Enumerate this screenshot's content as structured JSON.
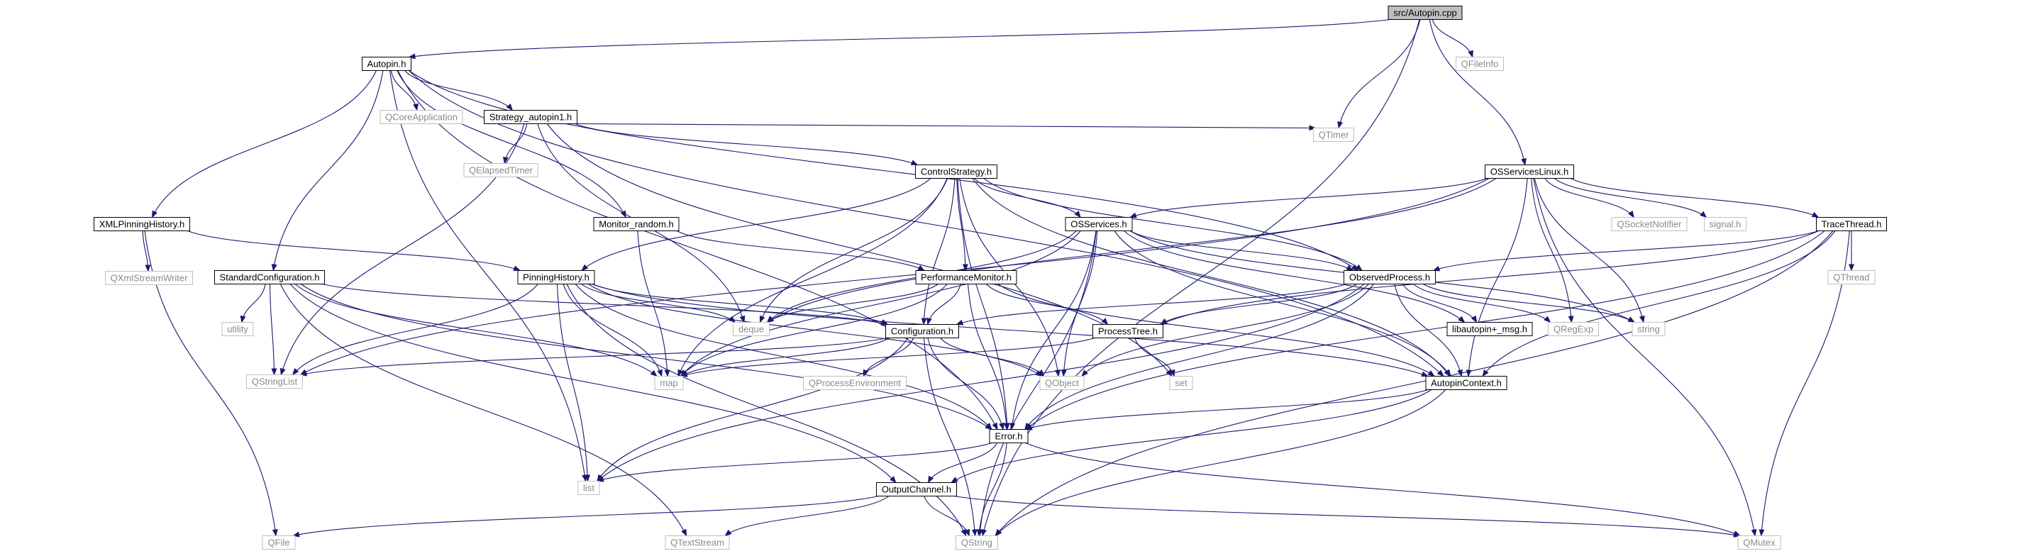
{
  "diagram": {
    "nodes": [
      {
        "id": "autopin_cpp",
        "label": "src/Autopin.cpp",
        "style": "root"
      },
      {
        "id": "autopin_h",
        "label": "Autopin.h",
        "style": "local"
      },
      {
        "id": "qfileinfo",
        "label": "QFileInfo",
        "style": "external"
      },
      {
        "id": "osserviceslinux_h",
        "label": "OSServicesLinux.h",
        "style": "local"
      },
      {
        "id": "qtimer",
        "label": "QTimer",
        "style": "external"
      },
      {
        "id": "qcoreapplication",
        "label": "QCoreApplication",
        "style": "external"
      },
      {
        "id": "strategy_autopin1_h",
        "label": "Strategy_autopin1.h",
        "style": "local"
      },
      {
        "id": "qelapsedtimer",
        "label": "QElapsedTimer",
        "style": "external"
      },
      {
        "id": "controlstrategy_h",
        "label": "ControlStrategy.h",
        "style": "local"
      },
      {
        "id": "xmlpinninghistory_h",
        "label": "XMLPinningHistory.h",
        "style": "local"
      },
      {
        "id": "qxmlstreamwriter",
        "label": "QXmlStreamWriter",
        "style": "external"
      },
      {
        "id": "monitor_random_h",
        "label": "Monitor_random.h",
        "style": "local"
      },
      {
        "id": "standardconfiguration_h",
        "label": "StandardConfiguration.h",
        "style": "local"
      },
      {
        "id": "utility",
        "label": "utility",
        "style": "external"
      },
      {
        "id": "pinninghistory_h",
        "label": "PinningHistory.h",
        "style": "local"
      },
      {
        "id": "performancemonitor_h",
        "label": "PerformanceMonitor.h",
        "style": "local"
      },
      {
        "id": "osservices_h",
        "label": "OSServices.h",
        "style": "local"
      },
      {
        "id": "qsocketnotifier",
        "label": "QSocketNotifier",
        "style": "external"
      },
      {
        "id": "signal_h",
        "label": "signal.h",
        "style": "external"
      },
      {
        "id": "tracethread_h",
        "label": "TraceThread.h",
        "style": "local"
      },
      {
        "id": "qthread",
        "label": "QThread",
        "style": "external"
      },
      {
        "id": "observedprocess_h",
        "label": "ObservedProcess.h",
        "style": "local"
      },
      {
        "id": "deque",
        "label": "deque",
        "style": "external"
      },
      {
        "id": "configuration_h",
        "label": "Configuration.h",
        "style": "local"
      },
      {
        "id": "processtree_h",
        "label": "ProcessTree.h",
        "style": "local"
      },
      {
        "id": "libautopin_msg_h",
        "label": "libautopin+_msg.h",
        "style": "local"
      },
      {
        "id": "qregexp",
        "label": "QRegExp",
        "style": "external"
      },
      {
        "id": "string",
        "label": "string",
        "style": "external"
      },
      {
        "id": "qstringlist",
        "label": "QStringList",
        "style": "external"
      },
      {
        "id": "map",
        "label": "map",
        "style": "external"
      },
      {
        "id": "qprocessenvironment",
        "label": "QProcessEnvironment",
        "style": "external"
      },
      {
        "id": "qobject",
        "label": "QObject",
        "style": "external"
      },
      {
        "id": "set",
        "label": "set",
        "style": "external"
      },
      {
        "id": "autopincontext_h",
        "label": "AutopinContext.h",
        "style": "local"
      },
      {
        "id": "error_h",
        "label": "Error.h",
        "style": "local"
      },
      {
        "id": "list",
        "label": "list",
        "style": "external"
      },
      {
        "id": "outputchannel_h",
        "label": "OutputChannel.h",
        "style": "local"
      },
      {
        "id": "qfile",
        "label": "QFile",
        "style": "external"
      },
      {
        "id": "qtextstream",
        "label": "QTextStream",
        "style": "external"
      },
      {
        "id": "qstring",
        "label": "QString",
        "style": "external"
      },
      {
        "id": "qmutex",
        "label": "QMutex",
        "style": "external"
      }
    ],
    "edges": [
      [
        "autopin_cpp",
        "autopin_h"
      ],
      [
        "autopin_cpp",
        "qfileinfo"
      ],
      [
        "autopin_cpp",
        "osserviceslinux_h"
      ],
      [
        "autopin_cpp",
        "qtimer"
      ],
      [
        "autopin_cpp",
        "qstring"
      ],
      [
        "autopin_h",
        "qcoreapplication"
      ],
      [
        "autopin_h",
        "strategy_autopin1_h"
      ],
      [
        "autopin_h",
        "xmlpinninghistory_h"
      ],
      [
        "autopin_h",
        "monitor_random_h"
      ],
      [
        "autopin_h",
        "standardconfiguration_h"
      ],
      [
        "autopin_h",
        "observedprocess_h"
      ],
      [
        "autopin_h",
        "autopincontext_h"
      ],
      [
        "autopin_h",
        "error_h"
      ],
      [
        "autopin_h",
        "list"
      ],
      [
        "strategy_autopin1_h",
        "qelapsedtimer"
      ],
      [
        "strategy_autopin1_h",
        "qtimer"
      ],
      [
        "strategy_autopin1_h",
        "controlstrategy_h"
      ],
      [
        "strategy_autopin1_h",
        "qstringlist"
      ],
      [
        "strategy_autopin1_h",
        "deque"
      ],
      [
        "strategy_autopin1_h",
        "set"
      ],
      [
        "controlstrategy_h",
        "osservices_h"
      ],
      [
        "controlstrategy_h",
        "pinninghistory_h"
      ],
      [
        "controlstrategy_h",
        "performancemonitor_h"
      ],
      [
        "controlstrategy_h",
        "observedprocess_h"
      ],
      [
        "controlstrategy_h",
        "configuration_h"
      ],
      [
        "controlstrategy_h",
        "deque"
      ],
      [
        "controlstrategy_h",
        "map"
      ],
      [
        "controlstrategy_h",
        "qobject"
      ],
      [
        "controlstrategy_h",
        "error_h"
      ],
      [
        "controlstrategy_h",
        "autopincontext_h"
      ],
      [
        "xmlpinninghistory_h",
        "qxmlstreamwriter"
      ],
      [
        "xmlpinninghistory_h",
        "pinninghistory_h"
      ],
      [
        "xmlpinninghistory_h",
        "qfile"
      ],
      [
        "monitor_random_h",
        "performancemonitor_h"
      ],
      [
        "monitor_random_h",
        "map"
      ],
      [
        "standardconfiguration_h",
        "utility"
      ],
      [
        "standardconfiguration_h",
        "qstringlist"
      ],
      [
        "standardconfiguration_h",
        "map"
      ],
      [
        "standardconfiguration_h",
        "configuration_h"
      ],
      [
        "standardconfiguration_h",
        "error_h"
      ],
      [
        "standardconfiguration_h",
        "outputchannel_h"
      ],
      [
        "standardconfiguration_h",
        "qtextstream"
      ],
      [
        "pinninghistory_h",
        "deque"
      ],
      [
        "pinninghistory_h",
        "configuration_h"
      ],
      [
        "pinninghistory_h",
        "map"
      ],
      [
        "pinninghistory_h",
        "qstringlist"
      ],
      [
        "pinninghistory_h",
        "list"
      ],
      [
        "pinninghistory_h",
        "error_h"
      ],
      [
        "pinninghistory_h",
        "autopincontext_h"
      ],
      [
        "pinninghistory_h",
        "qobject"
      ],
      [
        "pinninghistory_h",
        "qstring"
      ],
      [
        "performancemonitor_h",
        "configuration_h"
      ],
      [
        "performancemonitor_h",
        "processtree_h"
      ],
      [
        "performancemonitor_h",
        "deque"
      ],
      [
        "performancemonitor_h",
        "map"
      ],
      [
        "performancemonitor_h",
        "autopincontext_h"
      ],
      [
        "performancemonitor_h",
        "error_h"
      ],
      [
        "osserviceslinux_h",
        "osservices_h"
      ],
      [
        "osserviceslinux_h",
        "qsocketnotifier"
      ],
      [
        "osserviceslinux_h",
        "signal_h"
      ],
      [
        "osserviceslinux_h",
        "tracethread_h"
      ],
      [
        "osserviceslinux_h",
        "qregexp"
      ],
      [
        "osserviceslinux_h",
        "string"
      ],
      [
        "osserviceslinux_h",
        "autopincontext_h"
      ],
      [
        "osserviceslinux_h",
        "qmutex"
      ],
      [
        "osserviceslinux_h",
        "qstringlist"
      ],
      [
        "osserviceslinux_h",
        "deque"
      ],
      [
        "osservices_h",
        "observedprocess_h"
      ],
      [
        "osservices_h",
        "libautopin_msg_h"
      ],
      [
        "osservices_h",
        "deque"
      ],
      [
        "osservices_h",
        "map"
      ],
      [
        "osservices_h",
        "qobject"
      ],
      [
        "osservices_h",
        "string"
      ],
      [
        "osservices_h",
        "autopincontext_h"
      ],
      [
        "osservices_h",
        "error_h"
      ],
      [
        "osservices_h",
        "qstring"
      ],
      [
        "tracethread_h",
        "observedprocess_h"
      ],
      [
        "tracethread_h",
        "qthread"
      ],
      [
        "tracethread_h",
        "processtree_h"
      ],
      [
        "tracethread_h",
        "autopincontext_h"
      ],
      [
        "tracethread_h",
        "error_h"
      ],
      [
        "tracethread_h",
        "qmutex"
      ],
      [
        "tracethread_h",
        "qstring"
      ],
      [
        "observedprocess_h",
        "configuration_h"
      ],
      [
        "observedprocess_h",
        "processtree_h"
      ],
      [
        "observedprocess_h",
        "libautopin_msg_h"
      ],
      [
        "observedprocess_h",
        "qregexp"
      ],
      [
        "observedprocess_h",
        "string"
      ],
      [
        "observedprocess_h",
        "autopincontext_h"
      ],
      [
        "observedprocess_h",
        "error_h"
      ],
      [
        "observedprocess_h",
        "qobject"
      ],
      [
        "observedprocess_h",
        "list"
      ],
      [
        "configuration_h",
        "qstringlist"
      ],
      [
        "configuration_h",
        "map"
      ],
      [
        "configuration_h",
        "qprocessenvironment"
      ],
      [
        "configuration_h",
        "qobject"
      ],
      [
        "configuration_h",
        "error_h"
      ],
      [
        "configuration_h",
        "list"
      ],
      [
        "configuration_h",
        "qstring"
      ],
      [
        "processtree_h",
        "map"
      ],
      [
        "processtree_h",
        "set"
      ],
      [
        "autopincontext_h",
        "error_h"
      ],
      [
        "autopincontext_h",
        "outputchannel_h"
      ],
      [
        "autopincontext_h",
        "qstring"
      ],
      [
        "error_h",
        "list"
      ],
      [
        "error_h",
        "outputchannel_h"
      ],
      [
        "error_h",
        "qstring"
      ],
      [
        "error_h",
        "qmutex"
      ],
      [
        "outputchannel_h",
        "qfile"
      ],
      [
        "outputchannel_h",
        "qtextstream"
      ],
      [
        "outputchannel_h",
        "qstring"
      ],
      [
        "outputchannel_h",
        "qmutex"
      ]
    ]
  }
}
